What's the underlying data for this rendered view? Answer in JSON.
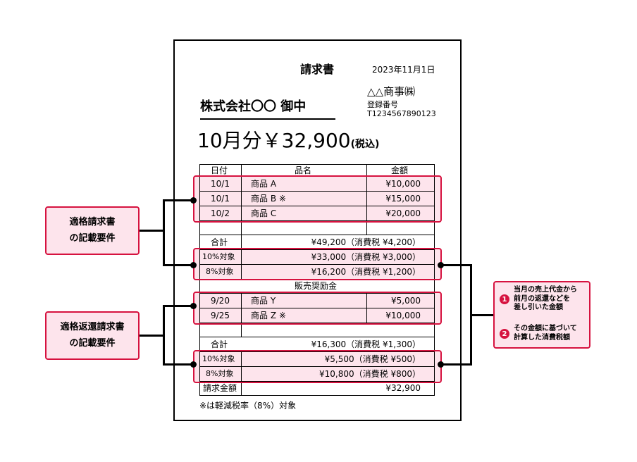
{
  "invoice": {
    "title": "請求書",
    "date": "2023年11月1日",
    "recipient": "株式会社〇〇 御中",
    "issuer": "△△商事㈱",
    "reg_label": "登録番号",
    "reg_number": "T1234567890123",
    "amount_main": "10月分￥32,900",
    "amount_suffix": "(税込)",
    "headers": {
      "date": "日付",
      "item": "品名",
      "amount": "金額"
    },
    "sales_rows": [
      {
        "date": "10/1",
        "item": "商品 A",
        "amount": "¥10,000"
      },
      {
        "date": "10/1",
        "item": "商品 B ※",
        "amount": "¥15,000"
      },
      {
        "date": "10/2",
        "item": "商品 C",
        "amount": "¥20,000"
      }
    ],
    "sales_total": {
      "label": "合計",
      "value": "¥49,200（消費税 ¥4,200）"
    },
    "sales_tax": [
      {
        "label": "10%対象",
        "value": "¥33,000（消費税 ¥3,000）"
      },
      {
        "label": "8%対象",
        "value": "¥16,200（消費税 ¥1,200）"
      }
    ],
    "rebate_heading": "販売奨励金",
    "rebate_rows": [
      {
        "date": "9/20",
        "item": "商品 Y",
        "amount": "¥5,000"
      },
      {
        "date": "9/25",
        "item": "商品 Z ※",
        "amount": "¥10,000"
      }
    ],
    "rebate_total": {
      "label": "合計",
      "value": "¥16,300（消費税 ¥1,300）"
    },
    "rebate_tax": [
      {
        "label": "10%対象",
        "value": "¥5,500（消費税 ¥500）"
      },
      {
        "label": "8%対象",
        "value": "¥10,800（消費税 ¥800）"
      }
    ],
    "billing": {
      "label": "請求金額",
      "value": "¥32,900"
    },
    "footnote": "※は軽減税率（8%）対象"
  },
  "callouts": {
    "invoice_requirements": [
      "適格請求書",
      "の記載要件"
    ],
    "return_requirements": [
      "適格返還請求書",
      "の記載要件"
    ],
    "notes": [
      {
        "num": "1",
        "lines": [
          "当月の売上代金から",
          "前月の返還などを",
          "差し引いた金額"
        ]
      },
      {
        "num": "2",
        "lines": [
          "その金額に基づいて",
          "計算した消費税額"
        ]
      }
    ]
  },
  "colors": {
    "accent": "#d6123f",
    "highlight": "#fde4ec"
  }
}
